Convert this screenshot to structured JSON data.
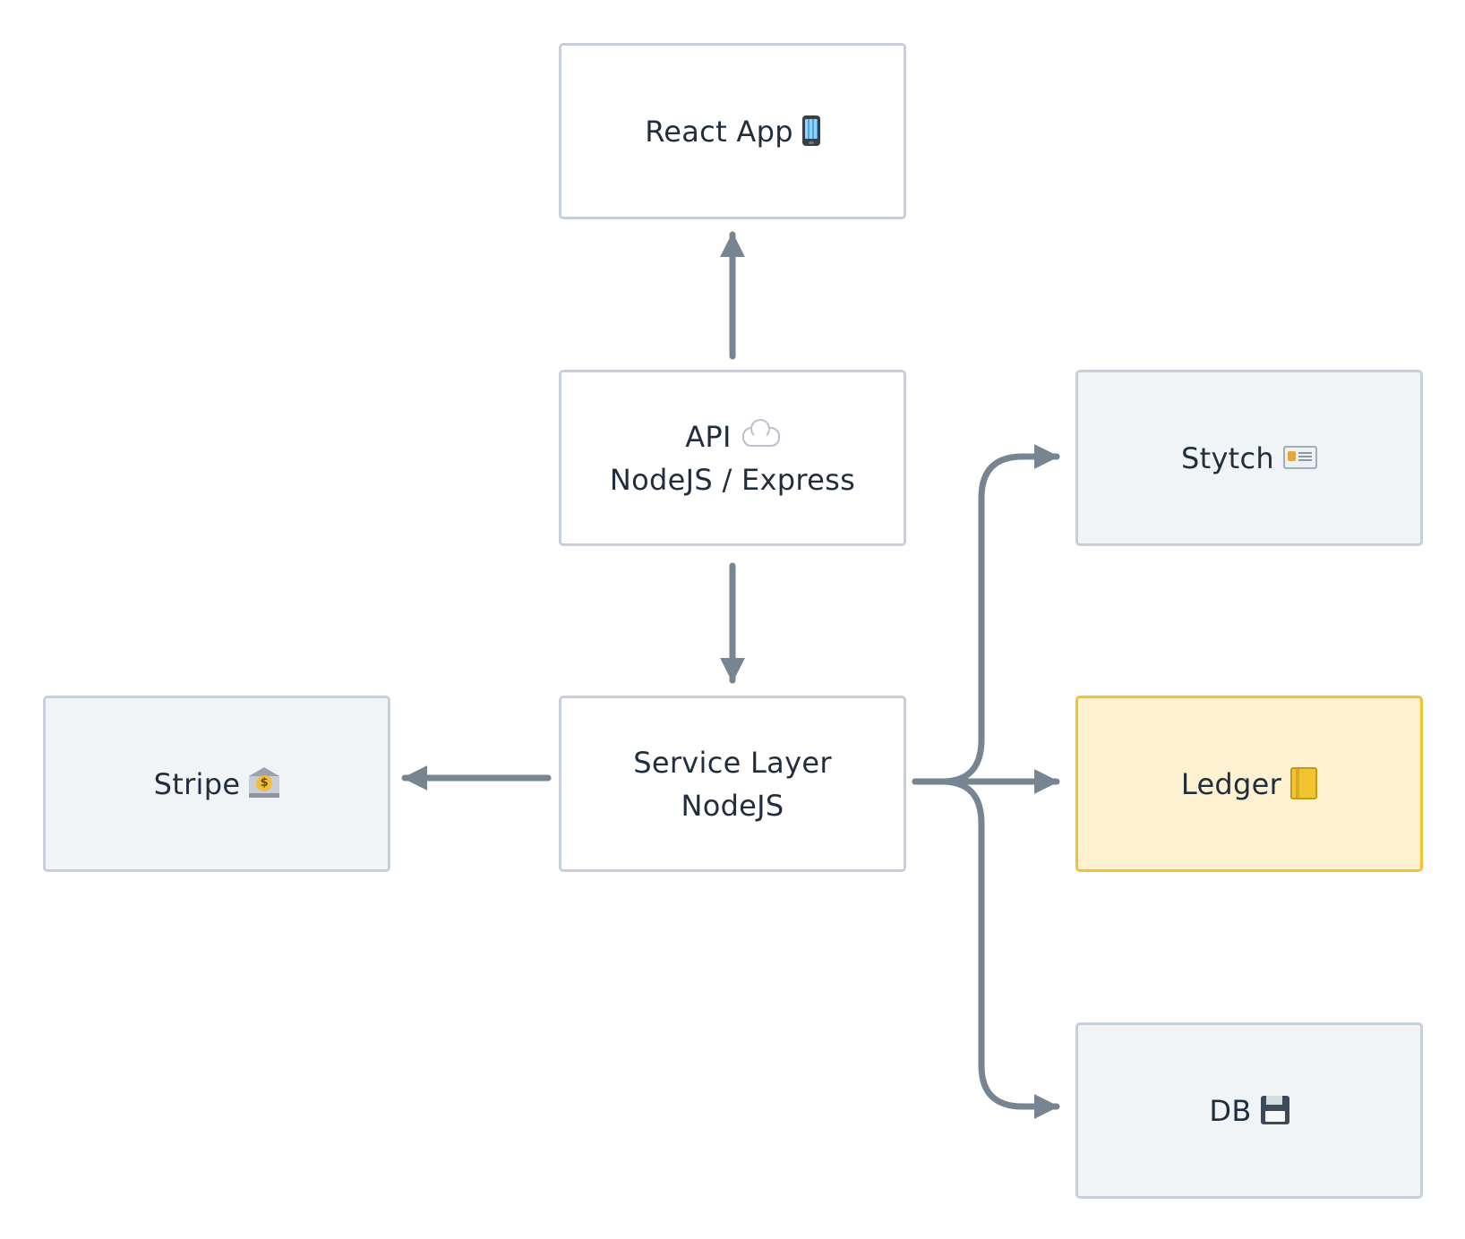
{
  "colors": {
    "connector": "#778593",
    "node_border": "#c7d0da",
    "node_fill": "#ffffff",
    "external_fill": "#f1f4f7",
    "highlight_fill": "#fdf1d2",
    "highlight_border": "#f2c230",
    "text": "#1f2d3d"
  },
  "nodes": {
    "react_app": {
      "label": "React App",
      "icon": "mobile-phone-icon"
    },
    "api": {
      "line1": "API",
      "line2": "NodeJS / Express",
      "icon": "cloud-icon"
    },
    "service_layer": {
      "line1": "Service Layer",
      "line2": "NodeJS"
    },
    "stripe": {
      "label": "Stripe",
      "icon": "bank-icon"
    },
    "stytch": {
      "label": "Stytch",
      "icon": "id-card-icon"
    },
    "ledger": {
      "label": "Ledger",
      "icon": "ledger-icon"
    },
    "db": {
      "label": "DB",
      "icon": "floppy-disk-icon"
    }
  },
  "edges": [
    {
      "from": "api",
      "to": "react_app"
    },
    {
      "from": "api",
      "to": "service_layer"
    },
    {
      "from": "service_layer",
      "to": "stripe"
    },
    {
      "from": "service_layer",
      "to": "stytch"
    },
    {
      "from": "service_layer",
      "to": "ledger"
    },
    {
      "from": "service_layer",
      "to": "db"
    }
  ]
}
